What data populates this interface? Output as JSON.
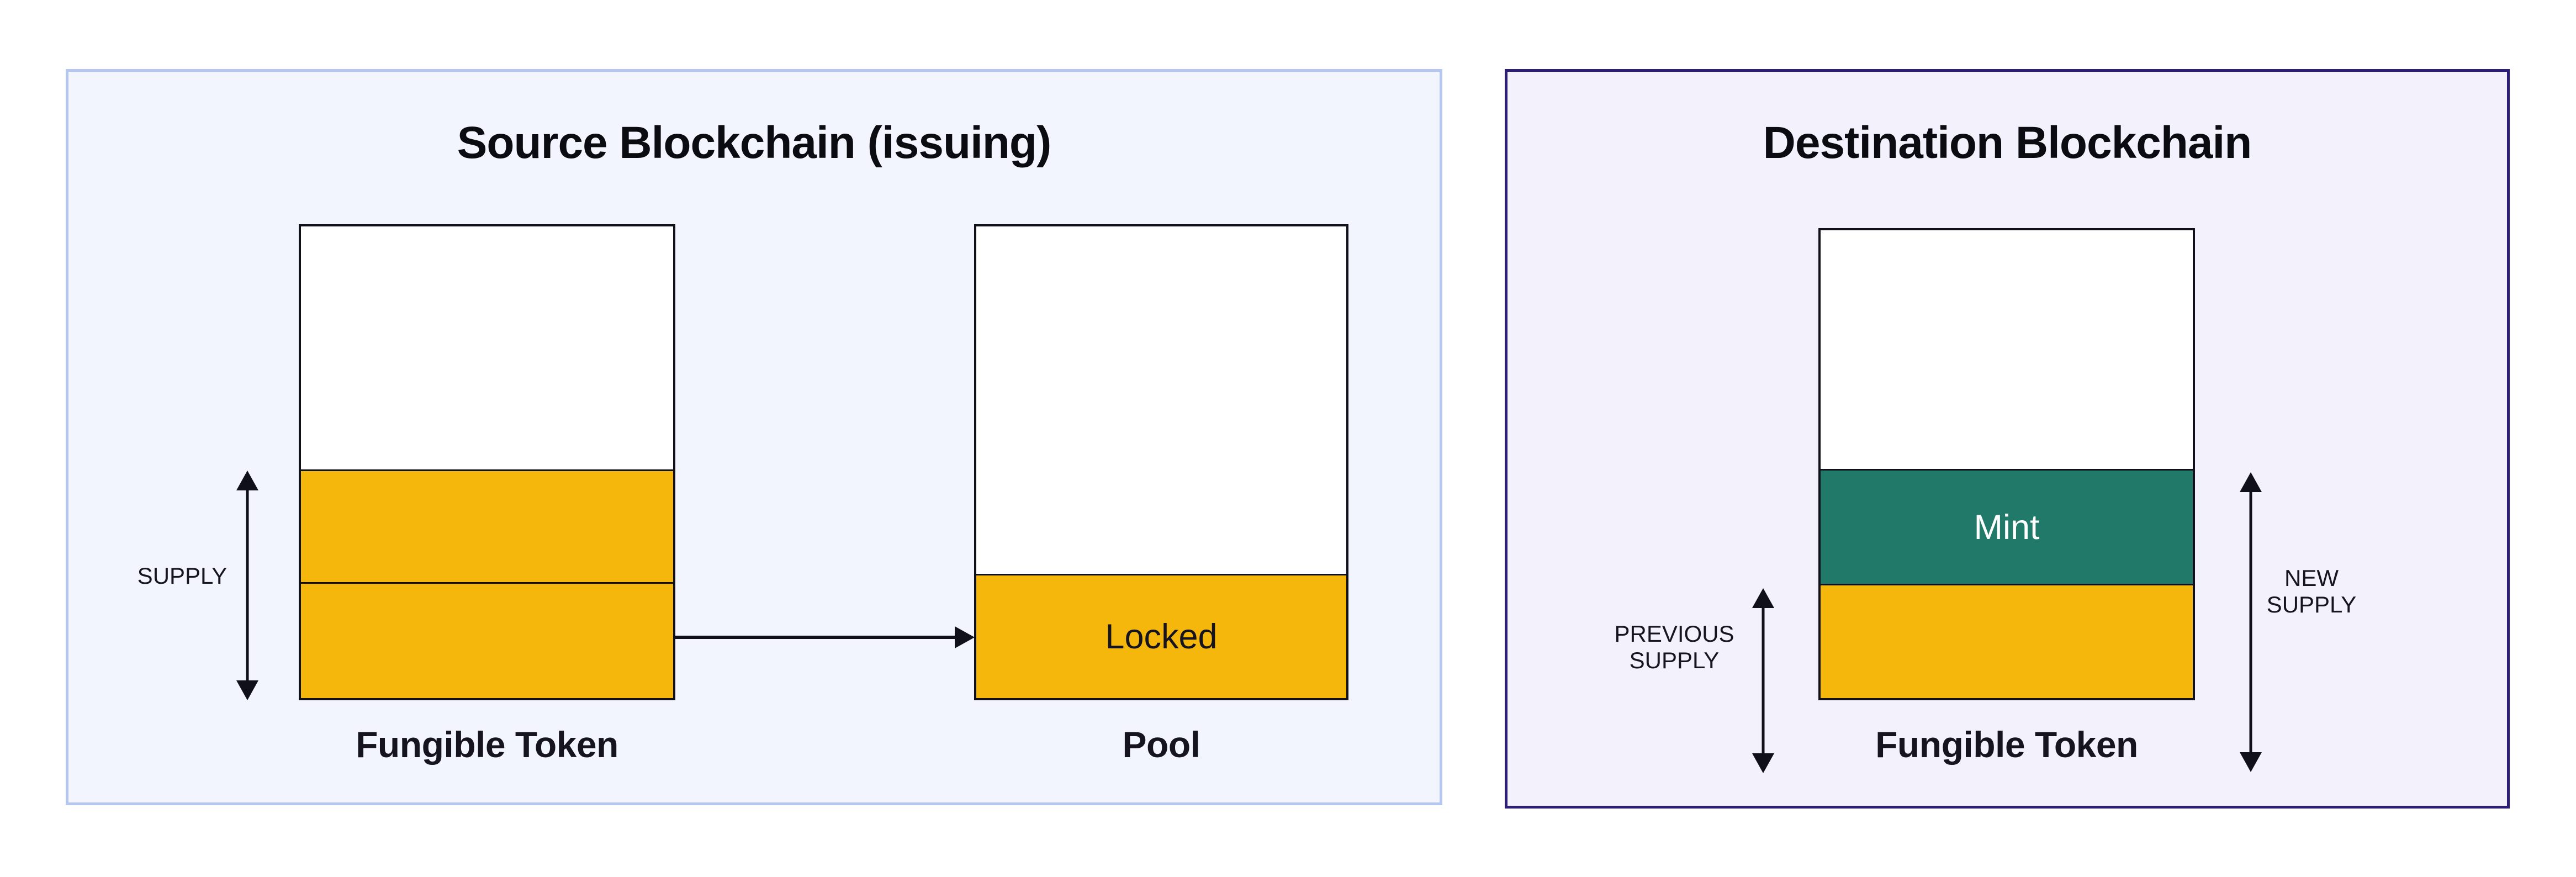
{
  "colors": {
    "page_bg": "#ffffff",
    "ink": "#10101a",
    "title_ink": "#0b0b12",
    "text_dark": "#15141f",
    "white": "#ffffff",
    "yellow": "#f5b70b",
    "teal": "#21796a",
    "source_bg": "#f2f5fd",
    "source_border": "#b5c7f0",
    "dest_bg": "#f3f1fb",
    "dest_border": "#2e1e78"
  },
  "source_panel": {
    "title": "Source Blockchain (issuing)",
    "supply_label": "SUPPLY",
    "fungible_token_box": {
      "label": "Fungible Token"
    },
    "pool_box": {
      "label": "Pool",
      "locked": "Locked"
    }
  },
  "destination_panel": {
    "title": "Destination Blockchain",
    "previous_supply": {
      "line1": "PREVIOUS",
      "line2": "SUPPLY"
    },
    "new_supply": {
      "line1": "NEW",
      "line2": "SUPPLY"
    },
    "fungible_token_box": {
      "label": "Fungible Token",
      "mint": "Mint"
    }
  }
}
